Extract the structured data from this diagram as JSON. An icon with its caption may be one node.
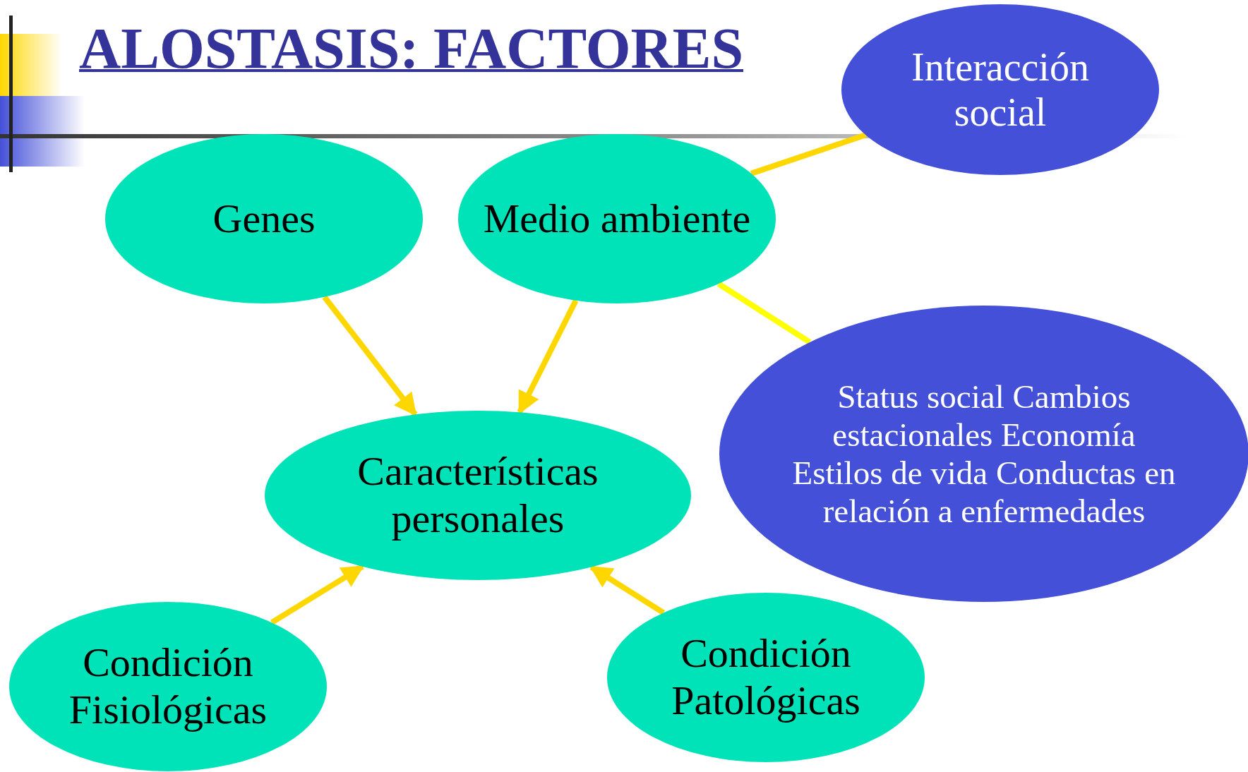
{
  "diagram": {
    "title": "ALOSTASIS: FACTORES",
    "nodes": [
      {
        "text": [
          "Interacción social"
        ]
      },
      {
        "text": [
          "Genes"
        ]
      },
      {
        "text": [
          "Medio ambiente"
        ]
      },
      {
        "text": [
          "Status social Cambios estacionales Economía Estilos de vida Conductas en relación a enfermedades"
        ]
      },
      {
        "text": [
          "Características personales"
        ]
      },
      {
        "text": [
          "Condición Fisiológicas"
        ]
      },
      {
        "text": [
          "Condición Patológicas"
        ]
      }
    ],
    "edges": [
      {
        "from": 2,
        "to": 0,
        "arrow": "none"
      },
      {
        "from": 2,
        "to": 3,
        "arrow": "none",
        "color": "#ffff00"
      },
      {
        "from": 1,
        "to": 4,
        "arrow": "to"
      },
      {
        "from": 2,
        "to": 4,
        "arrow": "to"
      },
      {
        "from": 5,
        "to": 4,
        "arrow": "to"
      },
      {
        "from": 6,
        "to": 4,
        "arrow": "to"
      }
    ]
  }
}
